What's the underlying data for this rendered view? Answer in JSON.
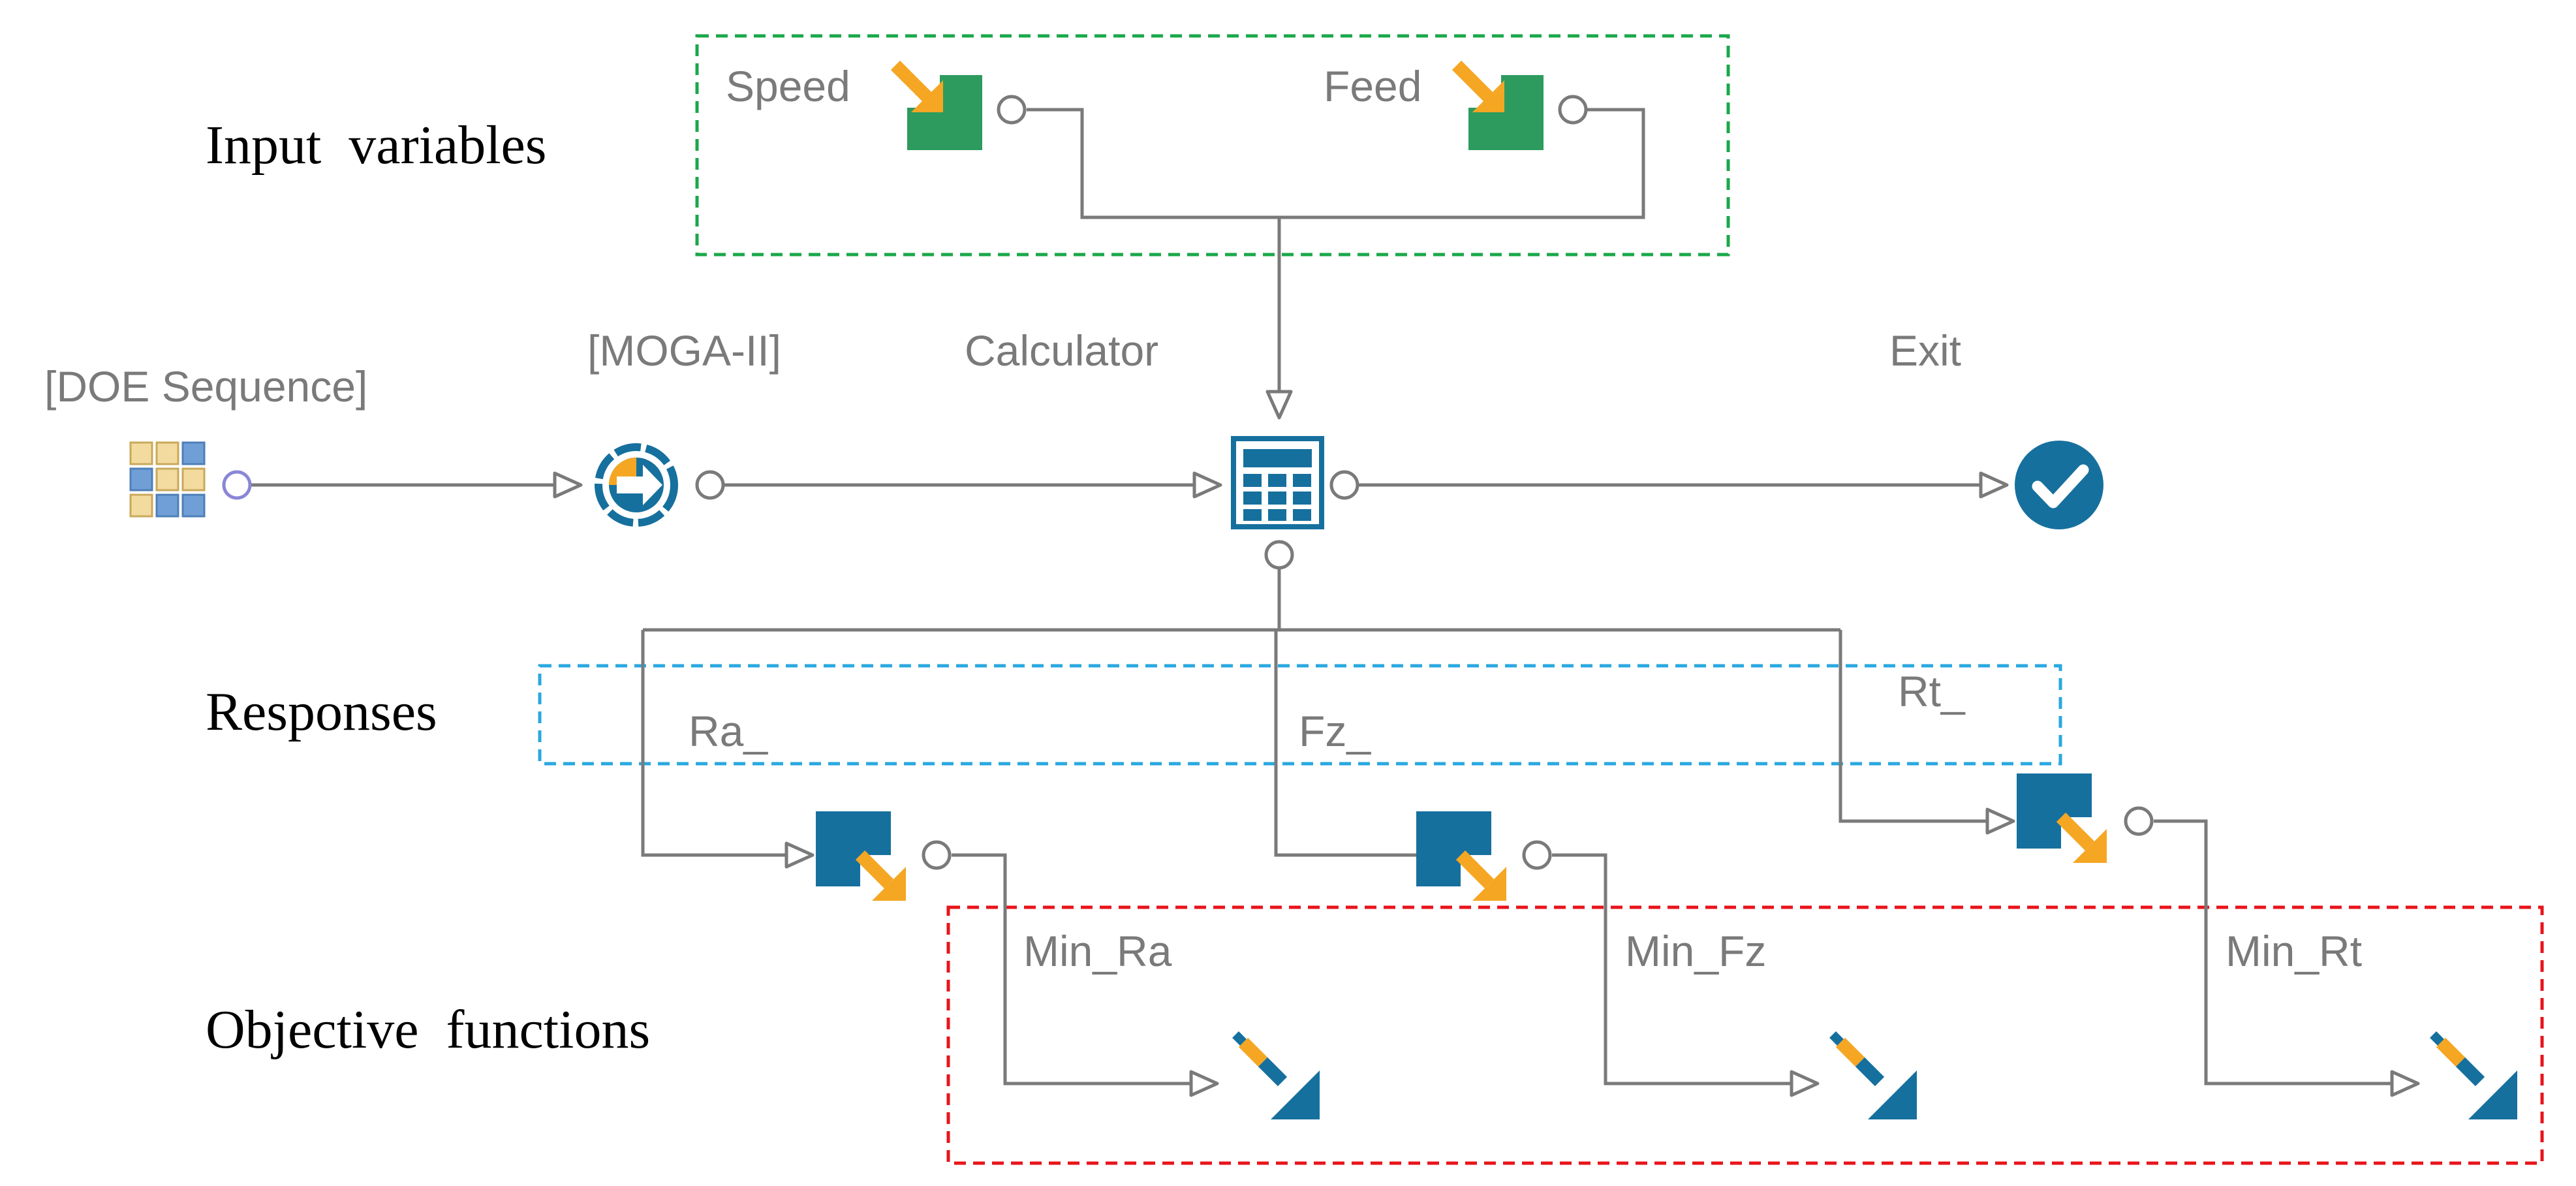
{
  "sections": {
    "input_variables": "Input  variables",
    "responses": "Responses",
    "objective_functions": "Objective  functions"
  },
  "nodes": {
    "doe": "[DOE Sequence]",
    "moga": "[MOGA-II]",
    "calculator": "Calculator",
    "exit": "Exit",
    "speed": "Speed",
    "feed": "Feed",
    "ra": "Ra_",
    "fz": "Fz_",
    "rt": "Rt_",
    "min_ra": "Min_Ra",
    "min_fz": "Min_Fz",
    "min_rt": "Min_Rt"
  },
  "colors": {
    "input_box": "#1aa84a",
    "response_box": "#29a8e0",
    "objective_box": "#e8141b",
    "blue": "#16709e",
    "orange": "#f5a623",
    "green": "#2d9b5e",
    "wire": "#7a7a7a",
    "label": "#7a7a7a"
  },
  "icons": {
    "doe": "grid-icon",
    "moga": "optimizer-icon",
    "calculator": "calculator-icon",
    "exit": "checkmark-icon",
    "input_variable": "input-variable-icon",
    "output_variable": "output-variable-icon",
    "objective": "objective-icon"
  }
}
